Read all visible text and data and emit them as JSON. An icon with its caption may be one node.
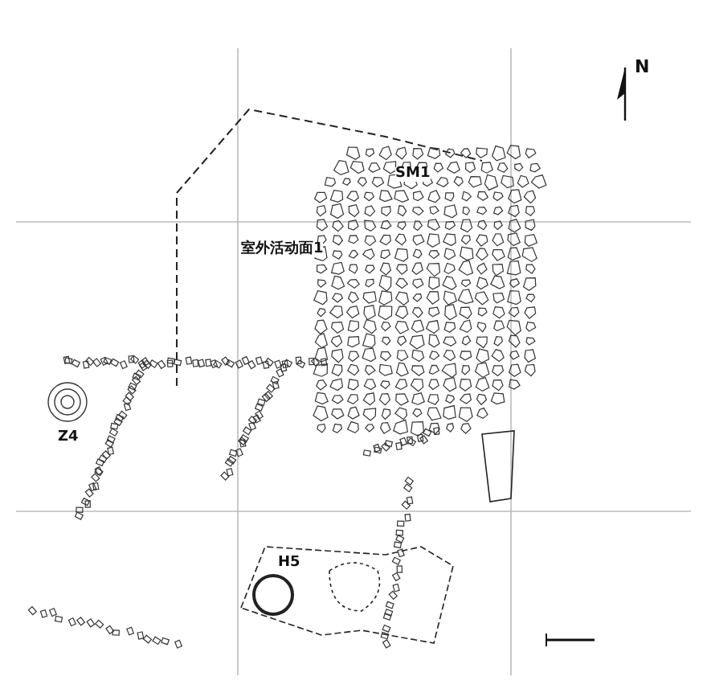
{
  "diagram": {
    "labels": [
      "N",
      "SM1",
      "室外活动面1",
      "Z4",
      "H5"
    ]
  }
}
